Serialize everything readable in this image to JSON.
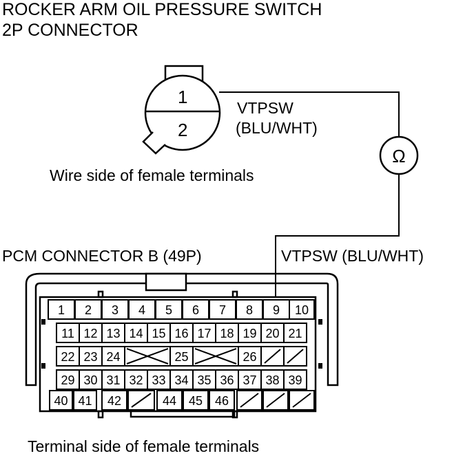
{
  "title": {
    "line1": "ROCKER ARM OIL PRESSURE SWITCH",
    "line2": "2P CONNECTOR"
  },
  "switch_connector": {
    "pins": [
      "1",
      "2"
    ],
    "wire_label_name": "VTPSW",
    "wire_label_color": "(BLU/WHT)",
    "caption": "Wire side of female terminals"
  },
  "meter": {
    "symbol": "Ω",
    "icon": "ohmmeter-icon"
  },
  "pcm_connector": {
    "title": "PCM CONNECTOR B (49P)",
    "wire_label": "VTPSW (BLU/WHT)",
    "caption": "Terminal side of female terminals",
    "rows": [
      [
        "1",
        "2",
        "3",
        "4",
        "5",
        "6",
        "7",
        "8",
        "9",
        "10"
      ],
      [
        "11",
        "12",
        "13",
        "14",
        "15",
        "16",
        "17",
        "18",
        "19",
        "20",
        "21"
      ],
      [
        "22",
        "23",
        "24",
        "25",
        "26"
      ],
      [
        "29",
        "30",
        "31",
        "32",
        "33",
        "34",
        "35",
        "36",
        "37",
        "38",
        "39"
      ],
      [
        "40",
        "41",
        "42",
        "44",
        "45",
        "46"
      ]
    ],
    "probed_terminal": "9"
  },
  "colors": {
    "line": "#000000",
    "background": "#ffffff"
  }
}
